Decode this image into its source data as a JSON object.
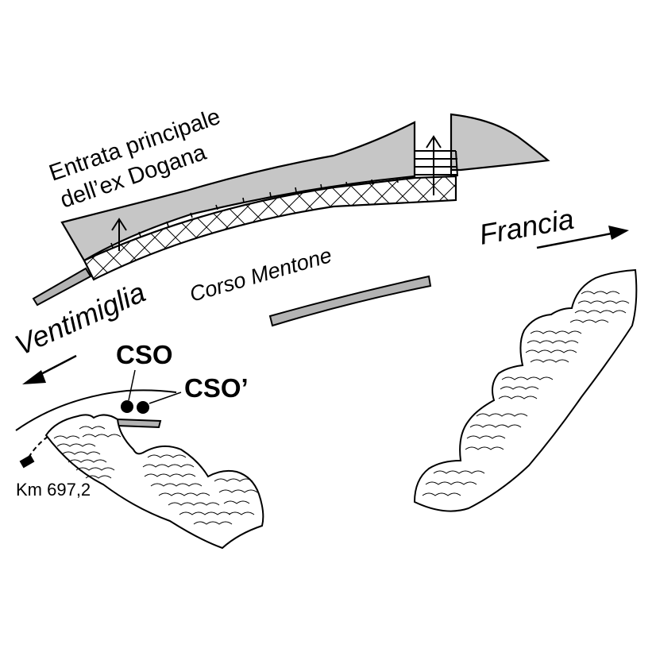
{
  "labels": {
    "entrata_line1": "Entrata principale",
    "entrata_line2": "dell’ex Dogana",
    "francia": "Francia",
    "corso_mentone": "Corso Mentone",
    "ventimiglia": "Ventimiglia",
    "cso": "CSO",
    "cso_prime": "CSO’",
    "km": "Km 697,2"
  },
  "colors": {
    "building_fill": "#c6c6c6",
    "road_fill": "#b3b3b3",
    "ink": "#000000",
    "background": "#ffffff"
  },
  "icons": {
    "entrance_arrows": "arrow-up-icon",
    "direction_arrows": "arrow-icon",
    "rock_outcrops": "rock-hatching",
    "sampling_points": "filled-circle"
  }
}
